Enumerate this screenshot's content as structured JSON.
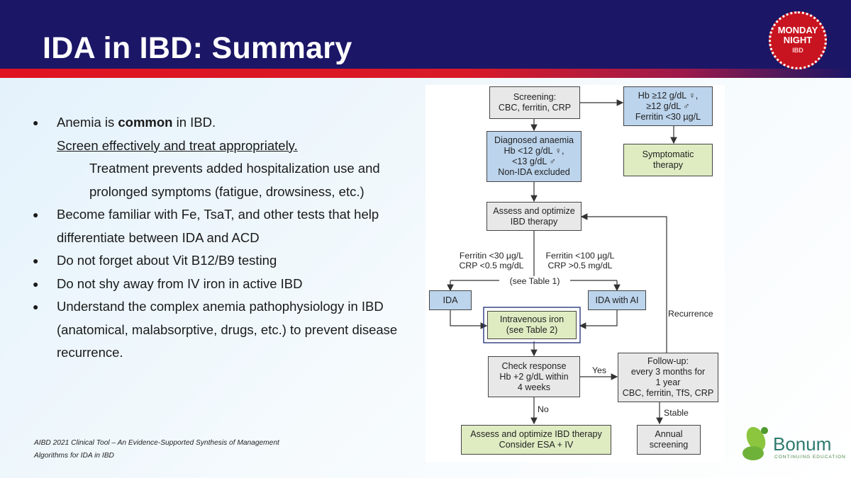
{
  "slide": {
    "title": "IDA in IBD: Summary",
    "badge": {
      "line1": "MONDAY",
      "line2": "NIGHT",
      "line3": "IBD"
    },
    "bullets": {
      "b1_prefix": "Anemia is ",
      "b1_bold": "common",
      "b1_suffix": " in IBD.",
      "b1_underline": "Screen effectively and treat appropriately.",
      "b1_indent": "Treatment prevents added hospitalization use and prolonged symptoms (fatigue, drowsiness, etc.)",
      "b2": "Become familiar with Fe, TsaT, and other tests that help differentiate between IDA and ACD",
      "b3": "Do not forget about Vit B12/B9 testing",
      "b4": "Do not shy away from IV iron in active IBD",
      "b5": "Understand the complex anemia pathophysiology in IBD (anatomical, malabsorptive, drugs, etc.) to prevent disease recurrence."
    },
    "citation": "AIBD 2021 Clinical Tool – An Evidence-Supported Synthesis of Management Algorithms for IDA in IBD",
    "logo": {
      "word": "Bonum",
      "tagline": "CONTINUING EDUCATION"
    }
  },
  "flowchart": {
    "screening": "Screening:\nCBC, ferritin, CRP",
    "normal": "Hb ≥12 g/dL ♀,\n≥12 g/dL ♂\nFerritin <30 µg/L",
    "symptomatic": "Symptomatic\ntherapy",
    "diagnosed": "Diagnosed anaemia\nHb <12 g/dL ♀,\n<13 g/dL ♂\nNon-IDA excluded",
    "assess": "Assess and optimize\nIBD therapy",
    "label_left": "Ferritin <30 µg/L\nCRP <0.5 mg/dL",
    "label_right": "Ferritin <100 µg/L\nCRP >0.5 mg/dL",
    "see_table1": "(see Table 1)",
    "ida": "IDA",
    "ida_ai": "IDA with AI",
    "iv_iron": "Intravenous iron\n(see Table 2)",
    "recurrence": "Recurrence",
    "check": "Check response\nHb +2 g/dL within\n4 weeks",
    "yes": "Yes",
    "followup": "Follow-up:\nevery 3 months for\n1 year\nCBC, ferritin, TfS, CRP",
    "no": "No",
    "stable": "Stable",
    "assess_esa": "Assess and optimize IBD therapy\nConsider ESA + IV",
    "annual": "Annual\nscreening"
  }
}
